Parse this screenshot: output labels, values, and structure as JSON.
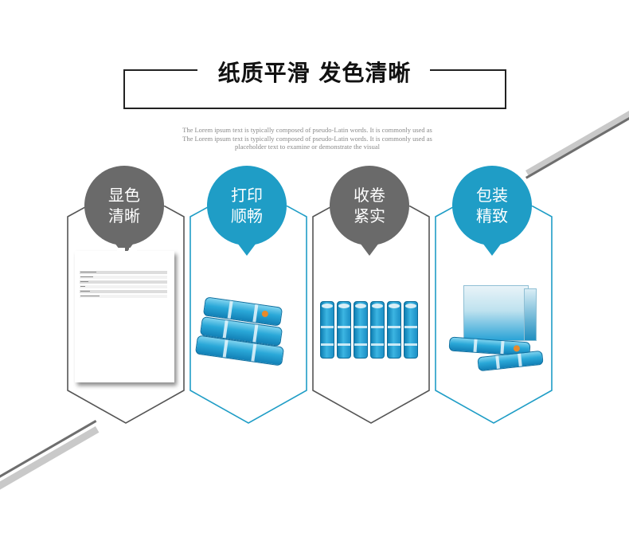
{
  "heading": {
    "title": "纸质平滑 发色清晰",
    "subtitle_line1": "The Lorem ipsum text is typically composed of pseudo-Latin words. It is commonly used as",
    "subtitle_line2": "The Lorem ipsum text is typically composed of pseudo-Latin words. It is commonly used as",
    "subtitle_line3": "placeholder text to examine or demonstrate the visual"
  },
  "features": [
    {
      "line1": "显色",
      "line2": "清晰",
      "badge_color": "#6a6a6a",
      "frame_color": "#555555",
      "image": "printed-document"
    },
    {
      "line1": "打印",
      "line2": "顺畅",
      "badge_color": "#1f9dc6",
      "frame_color": "#1f9dc6",
      "image": "stacked-paper-rolls"
    },
    {
      "line1": "收卷",
      "line2": "紧实",
      "badge_color": "#6a6a6a",
      "frame_color": "#555555",
      "image": "upright-paper-rolls"
    },
    {
      "line1": "包装",
      "line2": "精致",
      "badge_color": "#1f9dc6",
      "frame_color": "#1f9dc6",
      "image": "packaged-paper-rolls"
    }
  ],
  "colors": {
    "accent": "#1f9dc6",
    "gray": "#6a6a6a",
    "stripe": "#c9c9c9"
  }
}
